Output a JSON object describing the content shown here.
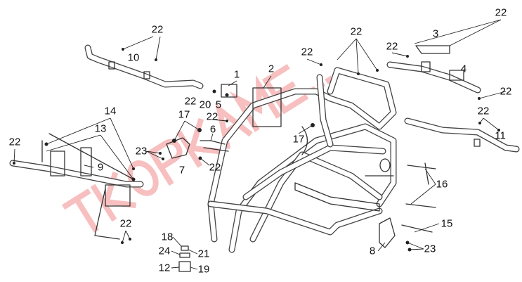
{
  "diagram": {
    "title": "Frame exploded view",
    "watermark": "ТКОРКАМЕ...",
    "watermark_color": "#f08a8a",
    "callouts": [
      "22",
      "10",
      "22",
      "3",
      "22",
      "4",
      "22",
      "22",
      "22",
      "2",
      "1",
      "22",
      "20",
      "5",
      "22",
      "17",
      "6",
      "23",
      "7",
      "22",
      "17",
      "22",
      "11",
      "16",
      "15",
      "23",
      "8",
      "14",
      "13",
      "9",
      "22",
      "22",
      "18",
      "24",
      "21",
      "12",
      "19"
    ]
  }
}
